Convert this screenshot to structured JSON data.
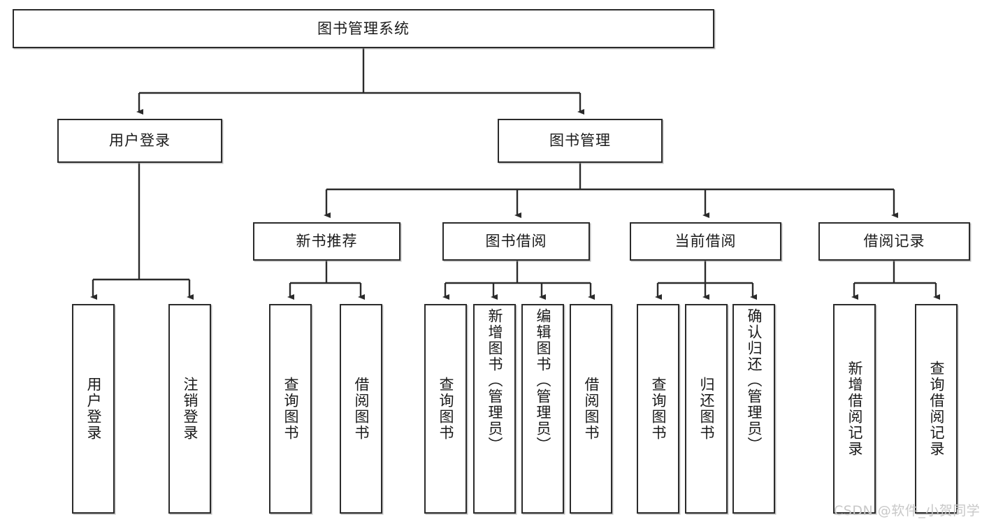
{
  "diagram": {
    "type": "tree",
    "title": "图书管理系统",
    "root": {
      "label": "图书管理系统"
    },
    "level2": [
      {
        "label": "用户登录"
      },
      {
        "label": "图书管理"
      }
    ],
    "level3": [
      {
        "label": "新书推荐"
      },
      {
        "label": "图书借阅"
      },
      {
        "label": "当前借阅"
      },
      {
        "label": "借阅记录"
      }
    ],
    "leaves": {
      "user_login": [
        {
          "label": "用户登录"
        },
        {
          "label": "注销登录"
        }
      ],
      "new_book_recommend": [
        {
          "label": "查询图书"
        },
        {
          "label": "借阅图书"
        }
      ],
      "book_borrow": [
        {
          "label": "查询图书"
        },
        {
          "label": "新增图书（管理员）"
        },
        {
          "label": "编辑图书（管理员）"
        },
        {
          "label": "借阅图书"
        }
      ],
      "current_borrow": [
        {
          "label": "查询图书"
        },
        {
          "label": "归还图书"
        },
        {
          "label": "确认归还（管理员）"
        }
      ],
      "borrow_records": [
        {
          "label": "新增借阅记录"
        },
        {
          "label": "查询借阅记录"
        }
      ]
    }
  },
  "watermark": {
    "text": "CSDN @软件_小贺同学"
  },
  "colors": {
    "box_border": "#2b2b2b",
    "box_fill": "#ffffff",
    "line": "#2b2b2b",
    "text": "#1a1a1a",
    "watermark": "#c8c8c8"
  }
}
